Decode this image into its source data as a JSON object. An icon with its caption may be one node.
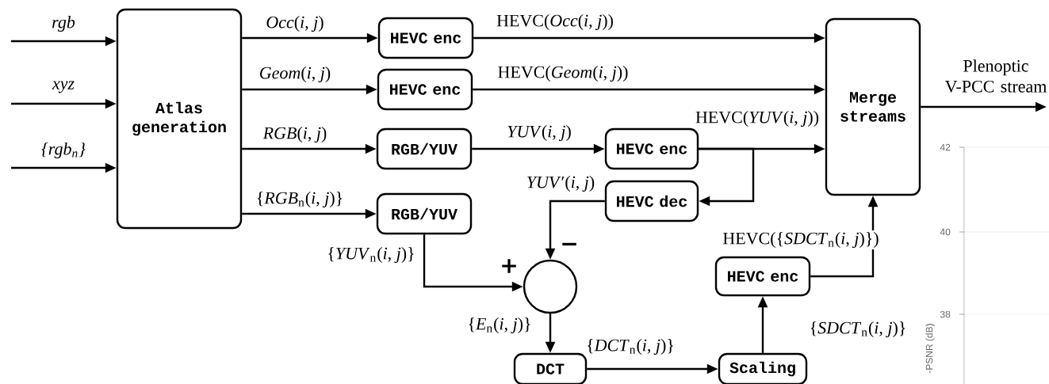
{
  "diagram": {
    "nodes": [
      {
        "text": [
          "Atlas generation"
        ]
      },
      {
        "text": [
          "HEVC enc"
        ]
      },
      {
        "text": [
          "HEVC enc"
        ]
      },
      {
        "text": [
          "RGB/YUV"
        ]
      },
      {
        "text": [
          "RGB/YUV"
        ]
      },
      {
        "text": [
          "HEVC enc"
        ]
      },
      {
        "text": [
          "HEVC dec"
        ]
      },
      {
        "text": [
          "Merge streams"
        ]
      },
      {
        "text": [],
        "shape": "circle"
      },
      {
        "text": [
          "DCT"
        ]
      },
      {
        "text": [
          "Scaling"
        ]
      },
      {
        "text": [
          "HEVC enc"
        ]
      }
    ],
    "edges": [
      {
        "from": null,
        "to": 0,
        "arrow": "to",
        "label": "rgb"
      },
      {
        "from": null,
        "to": 0,
        "arrow": "to",
        "label": "xyz"
      },
      {
        "from": null,
        "to": 0,
        "arrow": "to",
        "label": "{rgb$_{n}$}"
      },
      {
        "from": 0,
        "to": 1,
        "arrow": "to",
        "label": "*Occ*(*i*, *j*)"
      },
      {
        "from": 0,
        "to": 2,
        "arrow": "to",
        "label": "*Geom*(*i*, *j*)"
      },
      {
        "from": 0,
        "to": 3,
        "arrow": "to",
        "label": "*RGB*(*i*, *j*)"
      },
      {
        "from": 0,
        "to": 4,
        "arrow": "to",
        "label": "{*RGB*$_{n}$(*i*, *j*)}"
      },
      {
        "from": 1,
        "to": 7,
        "arrow": "to",
        "label": "HEVC(*Occ*(*i*, *j*))"
      },
      {
        "from": 2,
        "to": 7,
        "arrow": "to",
        "label": "HEVC(*Geom*(*i*, *j*))"
      },
      {
        "from": 3,
        "to": 5,
        "arrow": "to",
        "label": "*YUV*(*i*, *j*)"
      },
      {
        "from": 5,
        "to": 7,
        "arrow": "to",
        "label": "HEVC(*YUV*(*i*, *j*))"
      },
      {
        "from": 5,
        "to": 6,
        "arrow": "to"
      },
      {
        "from": 6,
        "to": 8,
        "arrow": "to",
        "label": "*YUV*′(*i*, *j*)"
      },
      {
        "from": 4,
        "to": 8,
        "arrow": "to",
        "label": "{*YUV*$_{n}$(*i*, *j*)}"
      },
      {
        "from": 8,
        "to": 9,
        "arrow": "to",
        "label": "{*E*$_{n}$(*i*, *j*)}"
      },
      {
        "from": 9,
        "to": 10,
        "arrow": "to",
        "label": "{*DCT*$_{n}$(*i*, *j*)}"
      },
      {
        "from": 10,
        "to": 11,
        "arrow": "to",
        "label": "{*SDCT*$_{n}$(*i*, *j*)}"
      },
      {
        "from": 11,
        "to": 7,
        "arrow": "to",
        "label": "HEVC({*SDCT*$_{n}$(*i*, *j*)})"
      },
      {
        "from": 7,
        "to": null,
        "arrow": "to",
        "label": "Plenoptic V-PCC stream"
      }
    ],
    "labels": [
      "+",
      "−",
      "42",
      "40",
      "38",
      "-PSNR (dB)"
    ]
  }
}
